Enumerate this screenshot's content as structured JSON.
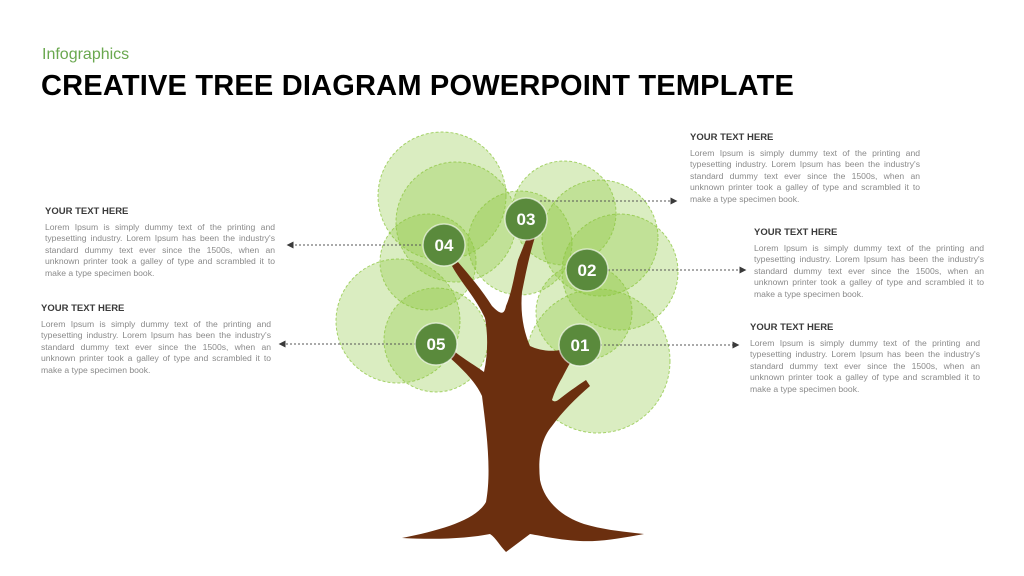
{
  "header": {
    "subtitle": "Infographics",
    "title": "CREATIVE TREE DIAGRAM POWERPOINT TEMPLATE"
  },
  "colors": {
    "accent": "#6aa84f",
    "leaf": "#8cc63f",
    "marker": "#5a8a3c",
    "trunk": "#6b2f0f",
    "text_gray": "#8a8a8a"
  },
  "nodes": [
    {
      "number": "01"
    },
    {
      "number": "02"
    },
    {
      "number": "03"
    },
    {
      "number": "04"
    },
    {
      "number": "05"
    }
  ],
  "text_blocks": {
    "b03": {
      "heading": "YOUR TEXT HERE",
      "body": "Lorem Ipsum is simply dummy text of the printing and typesetting industry. Lorem Ipsum has been the industry's standard dummy text ever since the 1500s, when an unknown printer took a galley of type and scrambled it to make a type specimen book."
    },
    "b04": {
      "heading": "YOUR TEXT HERE",
      "body": "Lorem Ipsum is simply dummy text of the printing and typesetting industry. Lorem Ipsum has been the industry's standard dummy text ever since the 1500s, when an unknown printer took a galley of type and scrambled it to make a type specimen book."
    },
    "b02": {
      "heading": "YOUR TEXT HERE",
      "body": "Lorem Ipsum is simply dummy text of the printing and typesetting industry. Lorem Ipsum has been the industry's standard dummy text ever since the 1500s, when an unknown printer took a galley of type and scrambled it to make a type specimen book."
    },
    "b05": {
      "heading": "YOUR TEXT HERE",
      "body": "Lorem Ipsum is simply dummy text of the printing and typesetting industry. Lorem Ipsum has been the industry's standard dummy text ever since the 1500s, when an unknown printer took a galley of type and scrambled it to make a type specimen book."
    },
    "b01": {
      "heading": "YOUR TEXT HERE",
      "body": "Lorem Ipsum is simply dummy text of the printing and typesetting industry. Lorem Ipsum has been the industry's standard dummy text ever since the 1500s, when an unknown printer took a galley of type and scrambled it to make a type specimen book."
    }
  }
}
